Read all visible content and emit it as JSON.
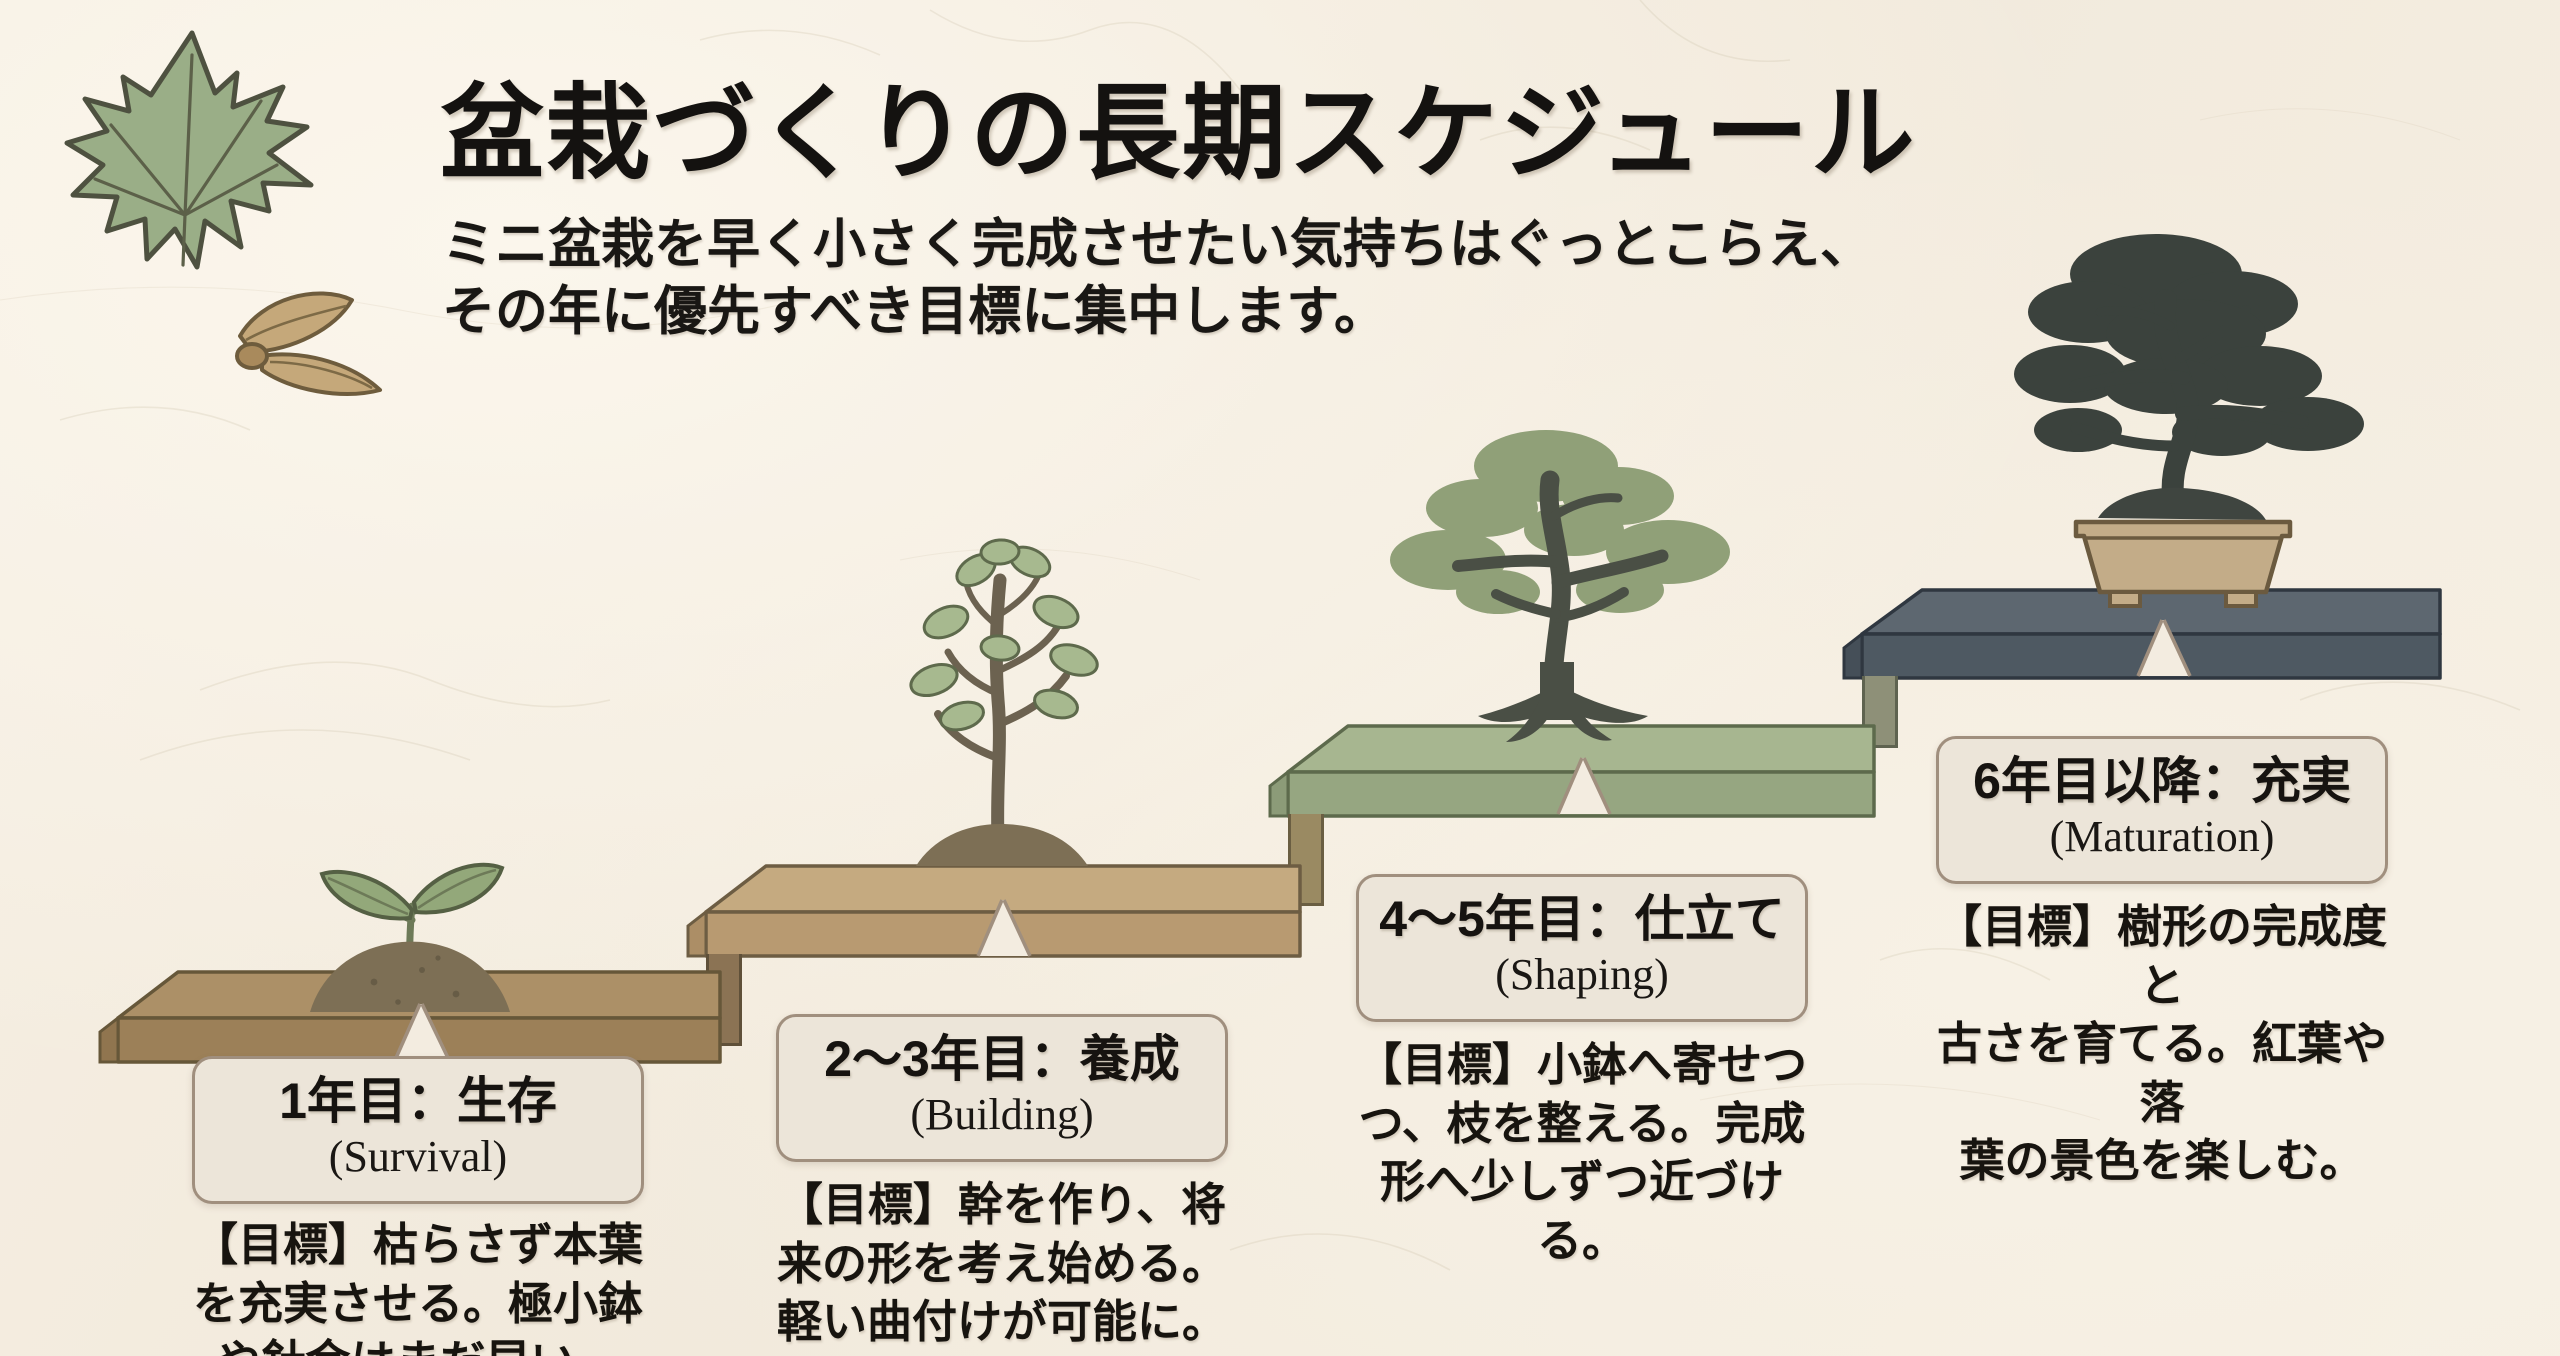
{
  "header": {
    "logo_icon": "maple-leaf-icon",
    "seed_icon": "maple-samara-seed-icon",
    "title": "盆栽づくりの長期スケジュール",
    "subtitle_line1": "ミニ盆栽を早く小さく完成させたい気持ちはぐっとこらえ、",
    "subtitle_line2": "その年に優先すべき目標に集中します。"
  },
  "colors": {
    "background": "#f3ece0",
    "ink": "#141210",
    "outline": "#6a614c",
    "callout_fill": "#ece5d9",
    "callout_border": "#a08f7e",
    "step1_top": "#a88d63",
    "step1_side": "#8d seedling",
    "step2_top": "#bfa279",
    "step3_top": "#9fae88",
    "step4_top": "#55606b",
    "leaf_green": "#9aae87",
    "soil_brown": "#7d6f55",
    "pot_tan": "#c3ac88",
    "tree_dark": "#3e4540"
  },
  "steps": [
    {
      "id": "step-1",
      "title_jp": "1年目：生存",
      "title_en": "(Survival)",
      "description": "【目標】枯らさず本葉を充実させる。極小鉢や針金はまだ早い。",
      "desc_line1": "【目標】枯らさず本葉",
      "desc_line2": "を充実させる。極小鉢",
      "desc_line3": "や針金はまだ早い。",
      "plant_icon": "seedling-icon",
      "platform_color": "#a88d63"
    },
    {
      "id": "step-2",
      "title_jp": "2〜3年目：養成",
      "title_en": "(Building)",
      "description": "【目標】幹を作り、将来の形を考え始める。軽い曲付けが可能に。",
      "desc_line1": "【目標】幹を作り、将",
      "desc_line2": "来の形を考え始める。",
      "desc_line3": "軽い曲付けが可能に。",
      "plant_icon": "young-sapling-icon",
      "platform_color": "#bfa279"
    },
    {
      "id": "step-3",
      "title_jp": "4〜5年目：仕立て",
      "title_en": "(Shaping)",
      "description": "【目標】小鉢へ寄せつつ、枝を整える。完成形へ少しずつ近づける。",
      "desc_line1": "【目標】小鉢へ寄せつ",
      "desc_line2": "つ、枝を整える。完成",
      "desc_line3": "形へ少しずつ近づける。",
      "plant_icon": "shaped-tree-icon",
      "platform_color": "#9fae88"
    },
    {
      "id": "step-4",
      "title_jp": "6年目以降：充実",
      "title_en": "(Maturation)",
      "description": "【目標】樹形の完成度と古さを育てる。紅葉や落葉の景色を楽しむ。",
      "desc_line1": "【目標】樹形の完成度と",
      "desc_line2": "古さを育てる。紅葉や落",
      "desc_line3": "葉の景色を楽しむ。",
      "plant_icon": "mature-bonsai-in-pot-icon",
      "platform_color": "#55606b"
    }
  ]
}
